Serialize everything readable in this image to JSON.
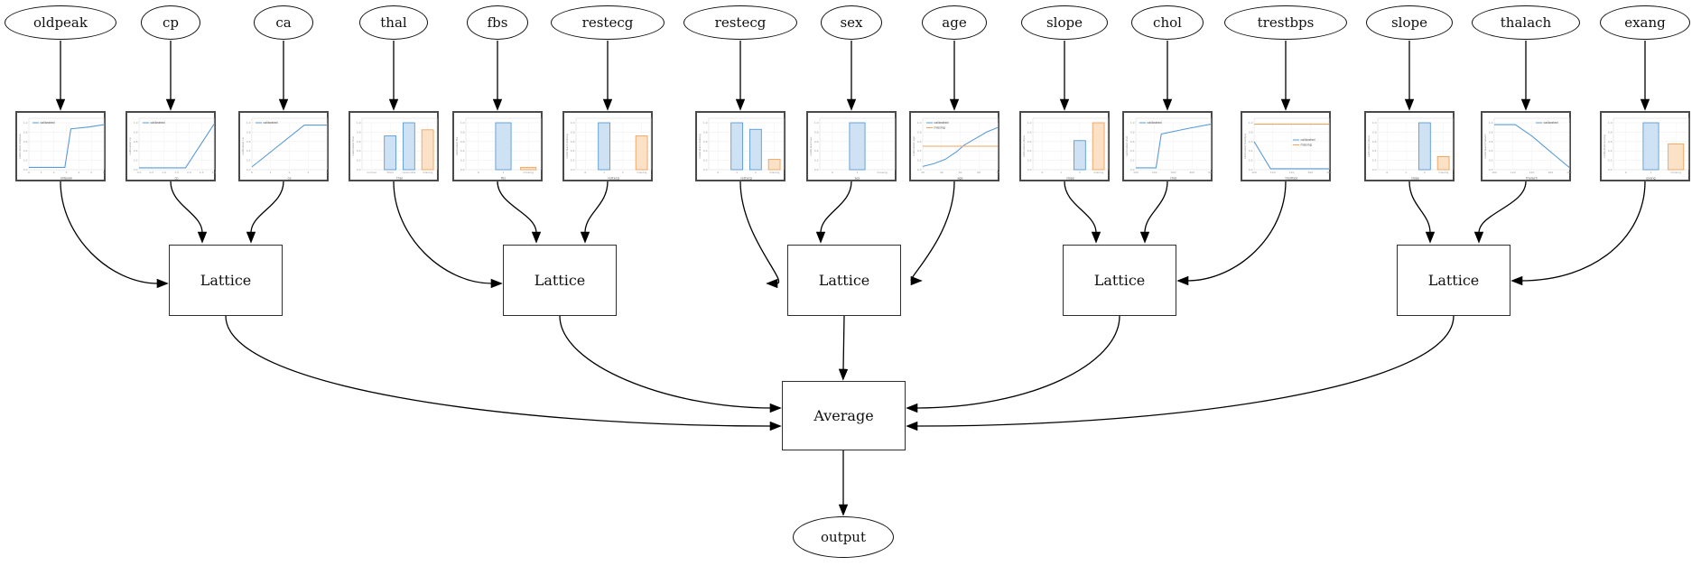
{
  "diagram": {
    "features": [
      {
        "label": "oldpeak"
      },
      {
        "label": "cp"
      },
      {
        "label": "ca"
      },
      {
        "label": "thal"
      },
      {
        "label": "fbs"
      },
      {
        "label": "restecg"
      },
      {
        "label": "restecg"
      },
      {
        "label": "sex"
      },
      {
        "label": "age"
      },
      {
        "label": "slope"
      },
      {
        "label": "chol"
      },
      {
        "label": "trestbps"
      },
      {
        "label": "slope"
      },
      {
        "label": "thalach"
      },
      {
        "label": "exang"
      }
    ],
    "lattices": [
      {
        "label": "Lattice"
      },
      {
        "label": "Lattice"
      },
      {
        "label": "Lattice"
      },
      {
        "label": "Lattice"
      },
      {
        "label": "Lattice"
      }
    ],
    "average_label": "Average",
    "output_label": "output"
  },
  "colors": {
    "blue_stroke": "#5b9bd5",
    "blue_fill": "#cfe2f3",
    "orange_stroke": "#f0a35e",
    "orange_fill": "#fbe2c6",
    "grid": "#ececec",
    "edge": "#000000"
  },
  "chart_data": [
    {
      "type": "line",
      "xlabel": "oldpeak",
      "ylabel": "calibrated oldpeak",
      "x_ticks": [
        "0",
        "1",
        "2",
        "3",
        "4",
        "5",
        "6"
      ],
      "y_ticks": [
        "0.0",
        "0.2",
        "0.4",
        "0.6",
        "0.8",
        "1.0"
      ],
      "legend_pos": "tl",
      "legend": [
        {
          "label": "calibrated",
          "color": "blue"
        }
      ],
      "series": [
        {
          "name": "calibrated",
          "color": "blue",
          "points": [
            [
              0,
              0.05
            ],
            [
              0.48,
              0.05
            ],
            [
              0.56,
              0.87
            ],
            [
              0.8,
              0.91
            ],
            [
              1,
              0.96
            ]
          ]
        }
      ]
    },
    {
      "type": "line",
      "xlabel": "cp",
      "ylabel": "calibrated cp",
      "x_ticks": [
        "0.0",
        "0.5",
        "1.0",
        "1.5",
        "2.0",
        "2.5",
        "3.0"
      ],
      "y_ticks": [
        "0.0",
        "0.2",
        "0.4",
        "0.6",
        "0.8",
        "1.0"
      ],
      "legend_pos": "tl",
      "legend": [
        {
          "label": "calibrated",
          "color": "blue"
        }
      ],
      "series": [
        {
          "name": "calibrated",
          "color": "blue",
          "points": [
            [
              0,
              0.04
            ],
            [
              0.62,
              0.04
            ],
            [
              1,
              0.97
            ]
          ]
        }
      ]
    },
    {
      "type": "line",
      "xlabel": "ca",
      "ylabel": "calibrated ca",
      "x_ticks": [
        "0",
        "1",
        "2",
        "3",
        "4"
      ],
      "y_ticks": [
        "0.0",
        "0.2",
        "0.4",
        "0.6",
        "0.8",
        "1.0"
      ],
      "legend_pos": "tl",
      "legend": [
        {
          "label": "calibrated",
          "color": "blue"
        }
      ],
      "series": [
        {
          "name": "calibrated",
          "color": "blue",
          "points": [
            [
              0,
              0.06
            ],
            [
              0.7,
              0.95
            ],
            [
              1,
              0.95
            ]
          ]
        }
      ]
    },
    {
      "type": "bar",
      "xlabel": "thal",
      "ylabel": "calibrated thal",
      "categories": [
        "normal",
        "fixed",
        "reversible",
        "missing"
      ],
      "values": [
        0,
        0.72,
        1.0,
        0.85
      ],
      "bar_colors": [
        "blue",
        "blue",
        "blue",
        "orange"
      ],
      "y_ticks": [
        "0.0",
        "0.2",
        "0.4",
        "0.6",
        "0.8",
        "1.0"
      ]
    },
    {
      "type": "bar",
      "xlabel": "fbs",
      "ylabel": "calibrated fbs",
      "categories": [
        "0",
        "1",
        "missing"
      ],
      "values": [
        0,
        1.0,
        0.05
      ],
      "bar_colors": [
        "blue",
        "blue",
        "orange"
      ],
      "y_ticks": [
        "0.0",
        "0.2",
        "0.4",
        "0.6",
        "0.8",
        "1.0"
      ]
    },
    {
      "type": "bar",
      "xlabel": "restecg",
      "ylabel": "calibrated restecg",
      "categories": [
        "0",
        "1",
        "2",
        "missing"
      ],
      "values": [
        0,
        1.0,
        0,
        0.72
      ],
      "bar_colors": [
        "blue",
        "blue",
        "blue",
        "orange"
      ],
      "y_ticks": [
        "0.0",
        "0.2",
        "0.4",
        "0.6",
        "0.8",
        "1.0"
      ]
    },
    {
      "type": "bar",
      "xlabel": "restecg",
      "ylabel": "calibrated restecg",
      "categories": [
        "0",
        "1",
        "2",
        "missing"
      ],
      "values": [
        0,
        1.0,
        0.86,
        0.22
      ],
      "bar_colors": [
        "blue",
        "blue",
        "blue",
        "orange"
      ],
      "y_ticks": [
        "0.0",
        "0.2",
        "0.4",
        "0.6",
        "0.8",
        "1.0"
      ]
    },
    {
      "type": "bar",
      "xlabel": "sex",
      "ylabel": "calibrated sex",
      "categories": [
        "0",
        "1",
        "missing"
      ],
      "values": [
        0,
        1.0,
        0
      ],
      "bar_colors": [
        "blue",
        "blue",
        "orange"
      ],
      "y_ticks": [
        "0.0",
        "0.2",
        "0.4",
        "0.6",
        "0.8",
        "1.0"
      ]
    },
    {
      "type": "line",
      "xlabel": "age",
      "ylabel": "calibrated age",
      "x_ticks": [
        "30",
        "40",
        "50",
        "60",
        "70"
      ],
      "y_ticks": [
        "0.0",
        "0.2",
        "0.4",
        "0.6",
        "0.8",
        "1.0"
      ],
      "legend_pos": "tl",
      "legend": [
        {
          "label": "calibrated",
          "color": "blue"
        },
        {
          "label": "missing",
          "color": "orange"
        }
      ],
      "series": [
        {
          "name": "calibrated",
          "color": "blue",
          "points": [
            [
              0,
              0.07
            ],
            [
              0.15,
              0.13
            ],
            [
              0.3,
              0.22
            ],
            [
              0.45,
              0.38
            ],
            [
              0.55,
              0.52
            ],
            [
              0.7,
              0.66
            ],
            [
              0.85,
              0.8
            ],
            [
              1,
              0.9
            ]
          ]
        },
        {
          "name": "missing",
          "color": "orange",
          "points": [
            [
              0,
              0.5
            ],
            [
              1,
              0.5
            ]
          ]
        }
      ]
    },
    {
      "type": "bar",
      "xlabel": "slope",
      "ylabel": "calibrated slope",
      "categories": [
        "0",
        "1",
        "2",
        "missing"
      ],
      "values": [
        0,
        0,
        0.62,
        1.0
      ],
      "bar_colors": [
        "blue",
        "blue",
        "blue",
        "orange"
      ],
      "y_ticks": [
        "0.0",
        "0.2",
        "0.4",
        "0.6",
        "0.8",
        "1.0"
      ]
    },
    {
      "type": "line",
      "xlabel": "chol",
      "ylabel": "calibrated chol",
      "x_ticks": [
        "100",
        "200",
        "300",
        "400",
        "500"
      ],
      "y_ticks": [
        "0.0",
        "0.2",
        "0.4",
        "0.6",
        "0.8",
        "1.0"
      ],
      "legend_pos": "tl",
      "legend": [
        {
          "label": "calibrated",
          "color": "blue"
        }
      ],
      "series": [
        {
          "name": "calibrated",
          "color": "blue",
          "points": [
            [
              0,
              0.04
            ],
            [
              0.27,
              0.04
            ],
            [
              0.34,
              0.76
            ],
            [
              0.7,
              0.88
            ],
            [
              1,
              0.97
            ]
          ]
        }
      ]
    },
    {
      "type": "line",
      "xlabel": "trestbps",
      "ylabel": "calibrated trestbps",
      "x_ticks": [
        "100",
        "120",
        "140",
        "160",
        "180"
      ],
      "y_ticks": [
        "0.0",
        "0.2",
        "0.4",
        "0.6",
        "0.8",
        "1.0"
      ],
      "legend_pos": "mr",
      "legend": [
        {
          "label": "calibrated",
          "color": "blue"
        },
        {
          "label": "missing",
          "color": "orange"
        }
      ],
      "series": [
        {
          "name": "calibrated",
          "color": "blue",
          "points": [
            [
              0,
              0.6
            ],
            [
              0.22,
              0.02
            ],
            [
              1,
              0.02
            ]
          ]
        },
        {
          "name": "missing",
          "color": "orange",
          "points": [
            [
              0,
              0.97
            ],
            [
              1,
              0.97
            ]
          ]
        }
      ]
    },
    {
      "type": "bar",
      "xlabel": "slope",
      "ylabel": "calibrated slope",
      "categories": [
        "0",
        "1",
        "2",
        "missing"
      ],
      "values": [
        0,
        0,
        1.0,
        0.28
      ],
      "bar_colors": [
        "blue",
        "blue",
        "blue",
        "orange"
      ],
      "y_ticks": [
        "0.0",
        "0.2",
        "0.4",
        "0.6",
        "0.8",
        "1.0"
      ]
    },
    {
      "type": "line",
      "xlabel": "thalach",
      "ylabel": "calibrated thalach",
      "x_ticks": [
        "100",
        "120",
        "140",
        "160",
        "180"
      ],
      "y_ticks": [
        "0.0",
        "0.2",
        "0.4",
        "0.6",
        "0.8",
        "1.0"
      ],
      "legend_pos": "tr",
      "legend": [
        {
          "label": "calibrated",
          "color": "blue"
        }
      ],
      "series": [
        {
          "name": "calibrated",
          "color": "blue",
          "points": [
            [
              0,
              0.96
            ],
            [
              0.28,
              0.96
            ],
            [
              0.5,
              0.72
            ],
            [
              0.7,
              0.45
            ],
            [
              0.85,
              0.25
            ],
            [
              1,
              0.05
            ]
          ]
        }
      ]
    },
    {
      "type": "bar",
      "xlabel": "exang",
      "ylabel": "calibrated exang",
      "categories": [
        "0",
        "1",
        "missing"
      ],
      "values": [
        0,
        1.0,
        0.55
      ],
      "bar_colors": [
        "blue",
        "blue",
        "orange"
      ],
      "y_ticks": [
        "0.0",
        "0.2",
        "0.4",
        "0.6",
        "0.8",
        "1.0"
      ]
    }
  ]
}
